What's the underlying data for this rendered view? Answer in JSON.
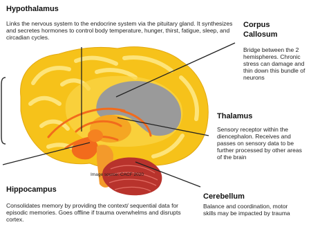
{
  "hypothalamus": {
    "title": "Hypothalamus",
    "text": "Links the nervous system to the endocrine system via the pituitary gland. It synthesizes and secretes hormones to control body temperature, hunger, thirst, fatigue, sleep, and circadian cycles."
  },
  "corpus_callosum": {
    "title_line1": "Corpus",
    "title_line2": "Callosum",
    "text": "Bridge between the 2 hemispheres. Chronic stress can damage and thin down this bundle of neurons"
  },
  "thalamus": {
    "title": "Thalamus",
    "text": "Sensory receptor within the diencephalon. Receives and passes on sensory data to be further processed by other areas of the brain"
  },
  "hippocampus": {
    "title": "Hippocampus",
    "text": "Consolidates memory by providing the context/ sequential data for episodic memories. Goes offline if trauma overwhelms and disrupts cortex."
  },
  "cerebellum": {
    "title": "Cerebellum",
    "text": "Balance and coordination, motor skills may be impacted by trauma"
  },
  "image_credit": "Image source: CACF 2020",
  "colors": {
    "cortex_outer": "#f6c21a",
    "cortex_inner": "#fde47a",
    "corpus_callosum": "#9a9a9a",
    "limbic": "#f26b1c",
    "cerebellum": "#b8332c",
    "leader_lines": "#222222"
  }
}
